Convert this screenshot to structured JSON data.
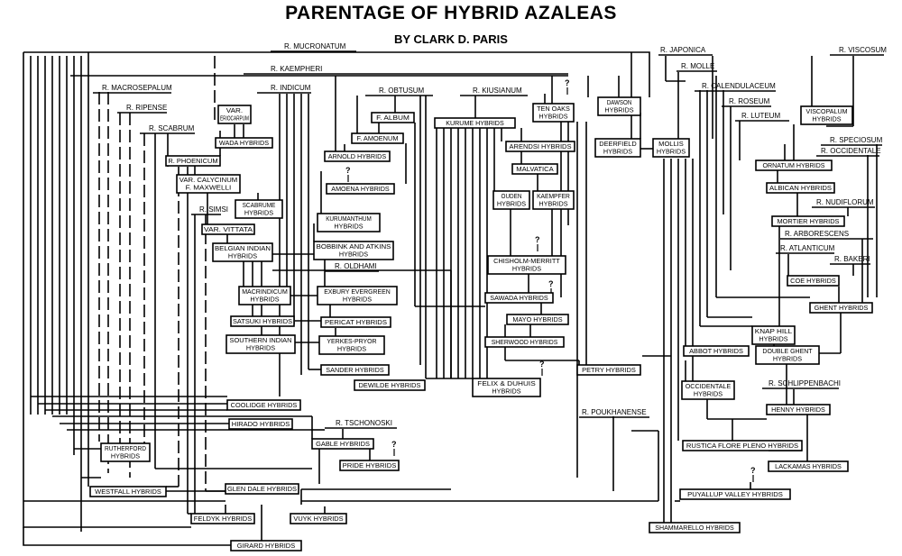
{
  "header": {
    "title": "PARENTAGE OF HYBRID AZALEAS",
    "subtitle": "BY CLARK D. PARIS"
  },
  "colors": {
    "ink": "#000000",
    "paper": "#ffffff"
  },
  "species": [
    "R. MUCRONATUM",
    "R. KAEMPHERI",
    "R. MACROSEPALUM",
    "R. RIPENSE",
    "R. SCABRUM",
    "R. INDICUM",
    "R. OBTUSUM",
    "R. KIUSIANUM",
    "R. SIMSI",
    "R. OLDHAMI",
    "R. TSCHONOSKI",
    "R. POUKHANENSE",
    "R. JAPONICA",
    "R. MOLLE",
    "R. VISCOSUM",
    "R. CALENDULACEUM",
    "R. ROSEUM",
    "R. LUTEUM",
    "R. SPECIOSUM",
    "R. OCCIDENTALE",
    "R. NUDIFLORUM",
    "R. ARBORESCENS",
    "R. ATLANTICUM",
    "R. BAKERI",
    "R. SCHLIPPENBACHI"
  ],
  "hybrids": [
    "VAR. ERIOCARPUM",
    "WADA HYBRIDS",
    "R. PHOENICUM",
    "VAR. CALYCINUM F. MAXWELLI",
    "VAR. VITTATA",
    "SCABRUME HYBRIDS",
    "BELGIAN INDIAN HYBRIDS",
    "MACRINDICUM HYBRIDS",
    "SATSUKI HYBRIDS",
    "SOUTHERN INDIAN HYBRIDS",
    "F. ALBUM",
    "F. AMOENUM",
    "ARNOLD HYBRIDS",
    "AMOENA HYBRIDS",
    "KURUMANTHUM HYBRIDS",
    "BOBBINK AND ATKINS HYBRIDS",
    "EXBURY EVERGREEN HYBRIDS",
    "PERICAT HYBRIDS",
    "YERKES-PRYOR HYBRIDS",
    "SANDER HYBRIDS",
    "DEWILDE HYBRIDS",
    "KURUME HYBRIDS",
    "TEN OAKS HYBRIDS",
    "DAWSON HYBRIDS",
    "ARENDSI HYBRIDS",
    "DEERFIELD HYBRIDS",
    "MALVATICA",
    "OUDEN HYBRIDS",
    "KAEMPFER HYBRIDS",
    "CHISHOLM-MERRITT HYBRIDS",
    "SAWADA HYBRIDS",
    "MAYO HYBRIDS",
    "SHERWOOD HYBRIDS",
    "FELIX & DUHUIS HYBRIDS",
    "PETRY HYBRIDS",
    "COOLIDGE HYBRIDS",
    "HIRADO HYBRIDS",
    "GABLE HYBRIDS",
    "PRIDE HYBRIDS",
    "RUTHERFORD HYBRIDS",
    "WESTFALL HYBRIDS",
    "GLEN DALE HYBRIDS",
    "FELDYK HYBRIDS",
    "VUYK HYBRIDS",
    "GIRARD HYBRIDS",
    "MOLLIS HYBRIDS",
    "VISCOPALUM HYBRIDS",
    "ORNATUM HYBRIDS",
    "ALBICAN HYBRIDS",
    "MORTIER HYBRIDS",
    "COE HYBRIDS",
    "GHENT HYBRIDS",
    "KNAP HILL HYBRIDS",
    "ABBOT HYBRIDS",
    "DOUBLE GHENT HYBRIDS",
    "OCCIDENTALE HYBRIDS",
    "HENNY HYBRIDS",
    "RUSTICA FLORE PLENO HYBRIDS",
    "LACKAMAS HYBRIDS",
    "PUYALLUP VALLEY HYBRIDS",
    "SHAMMARELLO HYBRIDS"
  ],
  "unknown_marker": "?"
}
